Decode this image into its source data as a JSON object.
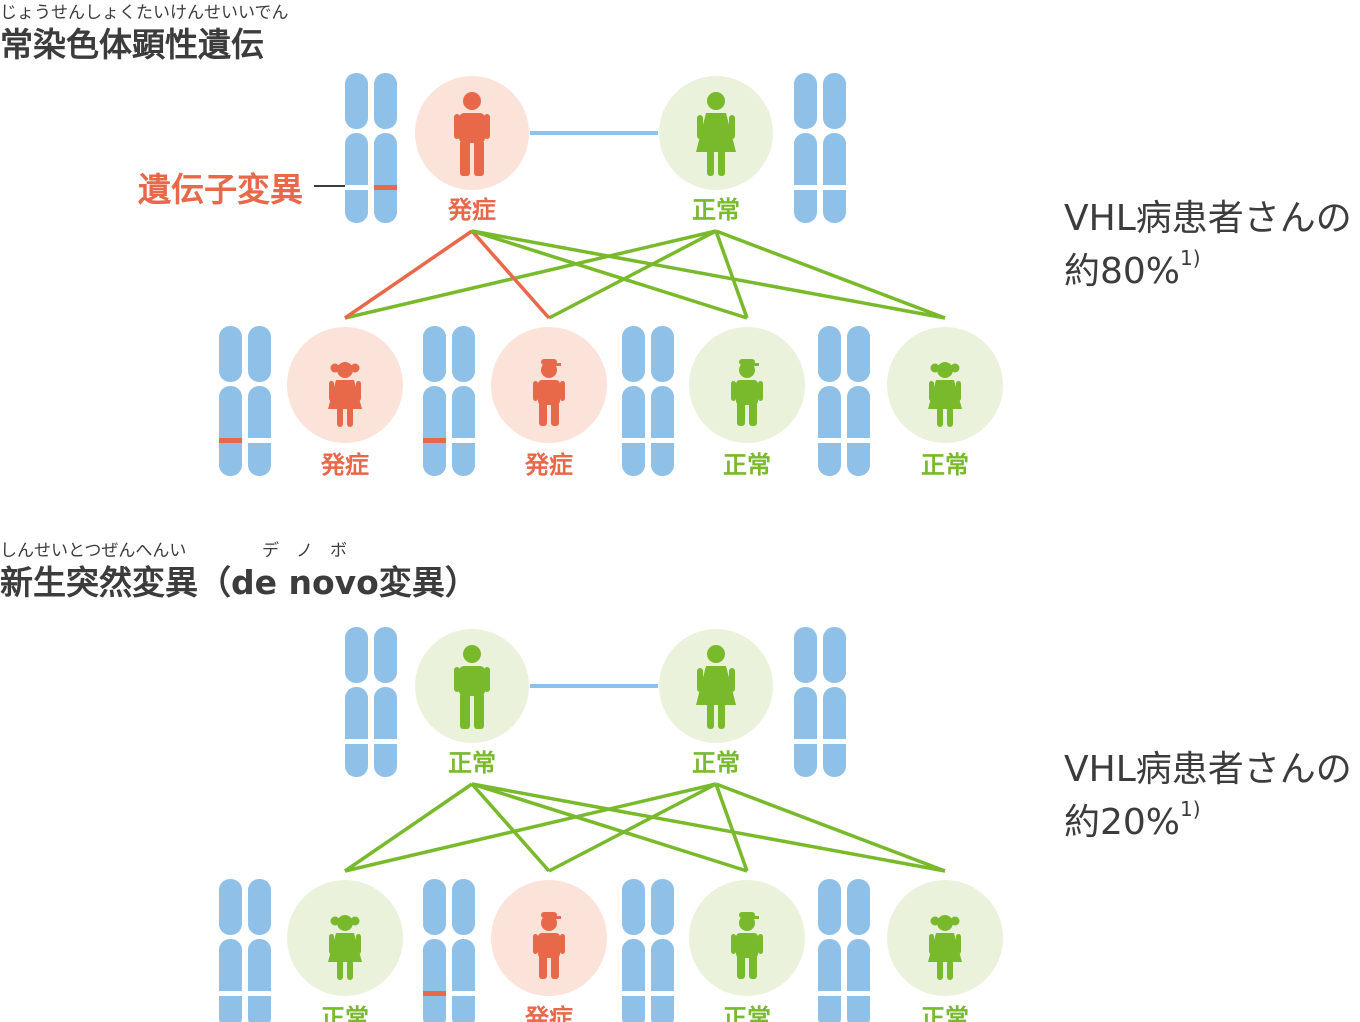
{
  "colors": {
    "affected": "#e8684a",
    "affected_bg": "#fbe3da",
    "normal": "#79b92c",
    "normal_bg": "#ebf2dc",
    "chromosome": "#8fc0e8",
    "band_normal": "#ffffff",
    "line_partner": "#8fc0e8",
    "text": "#3c3c3c"
  },
  "status": {
    "affected": "発症",
    "normal": "正常"
  },
  "sections": [
    {
      "title_ruby": "じょうせんしょくたいけんせいいでん",
      "title": "常染色体顕性遺伝",
      "mutation_label": "遺伝子変異",
      "stat_line1": "VHL病患者さんの",
      "stat_line2": "約80%",
      "stat_sup": "1)",
      "parents": [
        {
          "gender": "male",
          "status": "affected",
          "icon": "man-icon"
        },
        {
          "gender": "female",
          "status": "normal",
          "icon": "woman-icon"
        }
      ],
      "children": [
        {
          "gender": "girl",
          "status": "affected",
          "icon": "girl-icon"
        },
        {
          "gender": "boy",
          "status": "affected",
          "icon": "boy-cap-icon"
        },
        {
          "gender": "boy",
          "status": "normal",
          "icon": "boy-cap-icon"
        },
        {
          "gender": "girl",
          "status": "normal",
          "icon": "girl-icon"
        }
      ]
    },
    {
      "title_ruby": "しんせいとつぜんへんい",
      "title_ruby2": "デ　ノ　ボ",
      "title": "新生突然変異（de novo変異）",
      "stat_line1": "VHL病患者さんの",
      "stat_line2": "約20%",
      "stat_sup": "1)",
      "parents": [
        {
          "gender": "male",
          "status": "normal",
          "icon": "man-icon"
        },
        {
          "gender": "female",
          "status": "normal",
          "icon": "woman-icon"
        }
      ],
      "children": [
        {
          "gender": "girl",
          "status": "normal",
          "icon": "girl-icon"
        },
        {
          "gender": "boy",
          "status": "affected",
          "icon": "boy-cap-icon"
        },
        {
          "gender": "boy",
          "status": "normal",
          "icon": "boy-cap-icon"
        },
        {
          "gender": "girl",
          "status": "normal",
          "icon": "girl-icon"
        }
      ]
    }
  ]
}
